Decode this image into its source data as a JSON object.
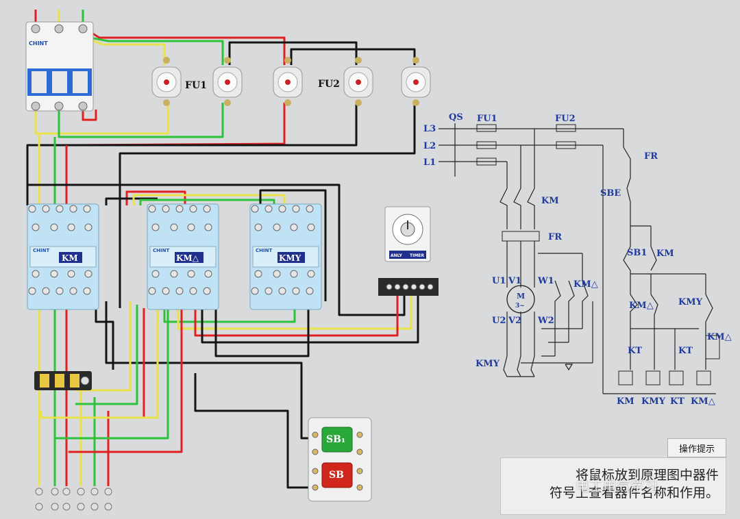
{
  "labels": {
    "fu1": "FU1",
    "fu2": "FU2",
    "km": "KM",
    "km_delta": "KM△",
    "kmy": "KMY",
    "sb1": "SB₁",
    "sb": "SB",
    "brand": "CHINT",
    "timer_brand": "ANLY",
    "timer_model": "TIMER"
  },
  "schematic": {
    "qs": "QS",
    "l3": "L3",
    "l2": "L2",
    "l1": "L1",
    "fu1": "FU1",
    "fu2": "FU2",
    "fr_coil": "FR",
    "fr_contact": "FR",
    "km_main": "KM",
    "sbe": "SBE",
    "sb1": "SB1",
    "km_hold": "KM",
    "u1": "U1",
    "v1": "V1",
    "w1": "W1",
    "u2": "U2",
    "v2": "V2",
    "w2": "W2",
    "motor": "M",
    "motor_sub": "3~",
    "km_delta_main": "KM△",
    "kmy_main": "KMY",
    "km_delta_aux": "KM△",
    "kmy_aux": "KMY",
    "km_delta_aux2": "KM△",
    "kt_1": "KT",
    "kt_2": "KT",
    "coil_km": "KM",
    "coil_kmy": "KMY",
    "coil_kt": "KT",
    "coil_km_delta": "KM△"
  },
  "tips": {
    "button": "操作提示",
    "line1": "将鼠标放到原理图中器件",
    "line2": "符号上查看器件名称和作用。"
  },
  "watermark": "电工电气学习",
  "colors": {
    "background": "#d9dadc",
    "wire_red": "#e02020",
    "wire_green": "#2cc23a",
    "wire_yellow": "#e9e24a",
    "wire_black": "#141414",
    "contactor_body": "#bfe3f5",
    "label_blue": "#1d3a9e",
    "button_green": "#2aa83a",
    "button_red": "#d0261c"
  }
}
